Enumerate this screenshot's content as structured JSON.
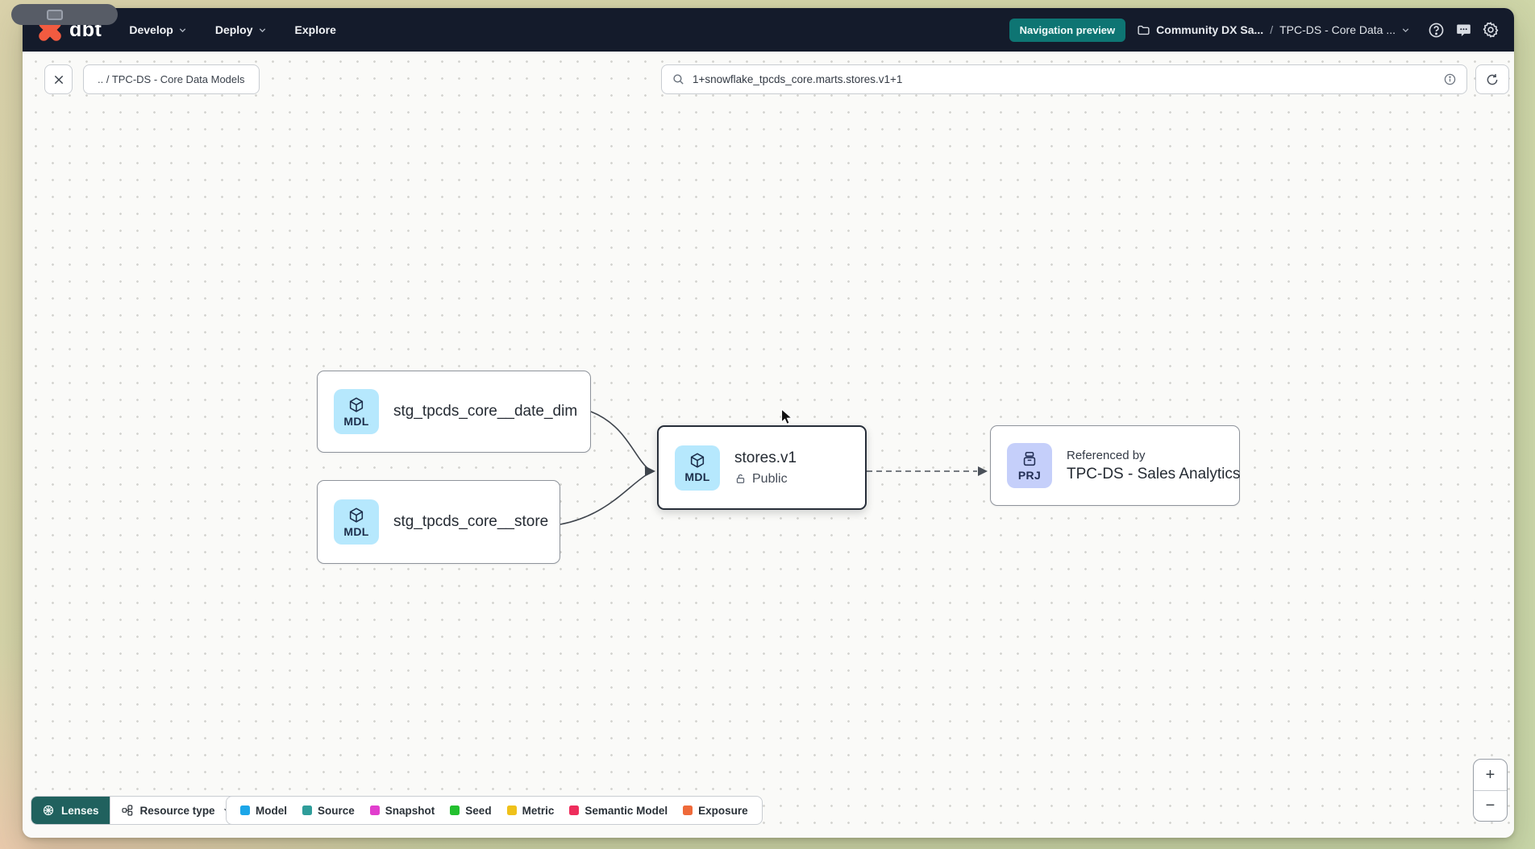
{
  "navbar": {
    "logo_text": "dbt",
    "items": [
      {
        "label": "Develop"
      },
      {
        "label": "Deploy"
      },
      {
        "label": "Explore"
      }
    ],
    "preview_badge": "Navigation preview",
    "account": "Community DX Sa...",
    "separator": "/",
    "project": "TPC-DS - Core Data ..."
  },
  "toolbar": {
    "breadcrumb_chip": ".. / TPC-DS - Core Data Models",
    "search_value": "1+snowflake_tpcds_core.marts.stores.v1+1"
  },
  "graph": {
    "nodes": [
      {
        "badge": "MDL",
        "name": "stg_tpcds_core__date_dim"
      },
      {
        "badge": "MDL",
        "name": "stg_tpcds_core__store"
      },
      {
        "badge": "MDL",
        "name": "stores.v1",
        "access": "Public"
      },
      {
        "badge": "PRJ",
        "kicker": "Referenced by",
        "name": "TPC-DS - Sales Analytics"
      }
    ]
  },
  "footer": {
    "lenses_label": "Lenses",
    "resource_type_label": "Resource type",
    "legend": [
      {
        "label": "Model",
        "color": "#1ca6e8"
      },
      {
        "label": "Source",
        "color": "#2f9d9a"
      },
      {
        "label": "Snapshot",
        "color": "#e13ecd"
      },
      {
        "label": "Seed",
        "color": "#23c02f"
      },
      {
        "label": "Metric",
        "color": "#efc11a"
      },
      {
        "label": "Semantic Model",
        "color": "#ee2d5c"
      },
      {
        "label": "Exposure",
        "color": "#ef6a3a"
      }
    ]
  },
  "zoom_controls": {
    "zoom_in": "+",
    "zoom_out": "−"
  },
  "colors": {
    "accent_teal": "#0e7573",
    "brand_orange": "#f25b40",
    "selected_border": "#272e39"
  }
}
